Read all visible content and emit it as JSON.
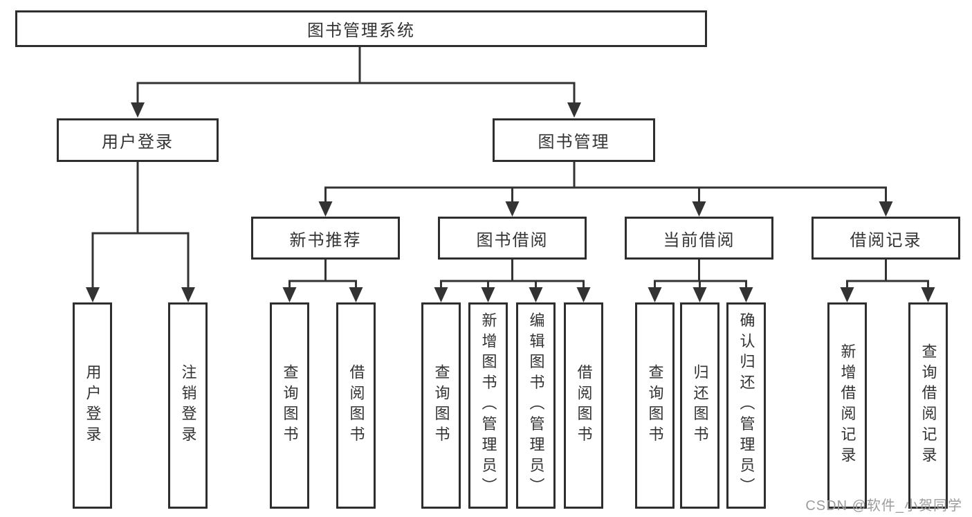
{
  "tree": {
    "label": "图书管理系统",
    "children": [
      {
        "label": "用户登录",
        "children": [
          {
            "label": "用户登录"
          },
          {
            "label": "注销登录"
          }
        ]
      },
      {
        "label": "图书管理",
        "children": [
          {
            "label": "新书推荐",
            "children": [
              {
                "label": "查询图书"
              },
              {
                "label": "借阅图书"
              }
            ]
          },
          {
            "label": "图书借阅",
            "children": [
              {
                "label": "查询图书"
              },
              {
                "label": "新增图书（管理员）"
              },
              {
                "label": "编辑图书（管理员）"
              },
              {
                "label": "借阅图书"
              }
            ]
          },
          {
            "label": "当前借阅",
            "children": [
              {
                "label": "查询图书"
              },
              {
                "label": "归还图书"
              },
              {
                "label": "确认归还（管理员）"
              }
            ]
          },
          {
            "label": "借阅记录",
            "children": [
              {
                "label": "新增借阅记录"
              },
              {
                "label": "查询借阅记录"
              }
            ]
          }
        ]
      }
    ]
  },
  "watermark": "CSDN @软件_小贺同学",
  "colors": {
    "line": "#333333",
    "border": "#2e2e2e",
    "text": "#333333",
    "watermark": "#9c9c9c",
    "background": "#ffffff"
  }
}
